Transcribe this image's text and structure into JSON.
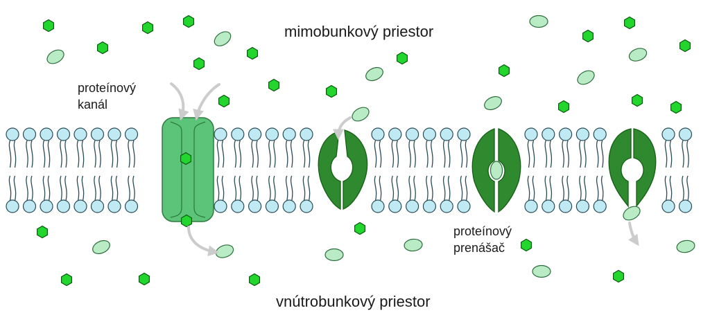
{
  "labels": {
    "outside": "mimobunkový priestor",
    "inside": "vnútrobunkový priestor",
    "channel_line1": "proteínový",
    "channel_line2": "kanál",
    "carrier_line1": "proteínový",
    "carrier_line2": "prenášač"
  },
  "colors": {
    "lipid_head": "#bfeaf3",
    "lipid_stroke": "#2a4a55",
    "channel_fill": "#5cc478",
    "channel_stroke": "#2e7a3f",
    "carrier_fill": "#2f8a2f",
    "hexagon_fill": "#22d62e",
    "ellipse_fill": "#b9ecc4",
    "arrow": "#cccccc"
  },
  "icons": {
    "hexagon": "small-molecule-hexagon",
    "ellipse": "large-molecule-ellipse",
    "lipid": "phospholipid",
    "channel": "protein-channel",
    "carrier": "protein-carrier",
    "arrow": "transport-arrow"
  }
}
